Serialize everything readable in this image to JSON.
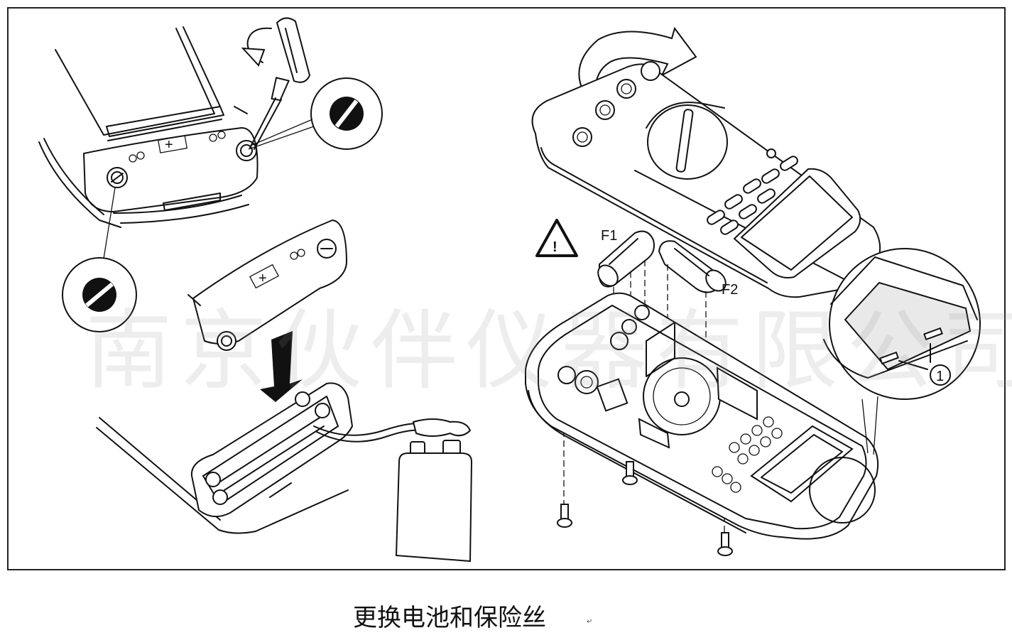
{
  "figure": {
    "callouts": {
      "fuse_1": "F1",
      "fuse_2": "F2",
      "latch_number": "1"
    },
    "warning_symbol": "!",
    "icons": [
      "screwdriver-icon",
      "battery-symbol-icon",
      "lock-icon",
      "warning-triangle-icon",
      "rotate-arrow-icon",
      "down-arrow-icon"
    ]
  },
  "watermark": "南京伙伴仪器有限公司",
  "caption": "更换电池和保险丝",
  "caption_mark": "↵"
}
